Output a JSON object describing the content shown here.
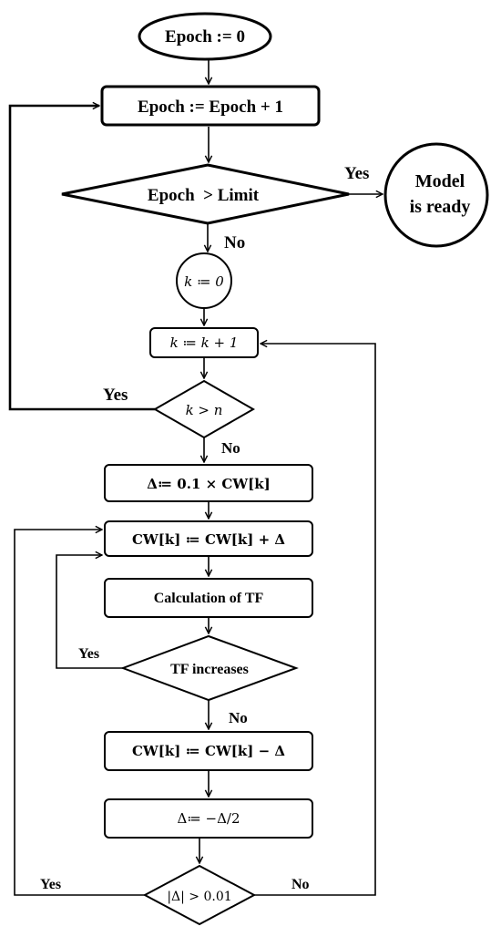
{
  "nodes": {
    "epoch_init": "Epoch := 0",
    "epoch_inc": "Epoch := Epoch + 1",
    "epoch_check": "Epoch  > Limit",
    "model_ready_1": "Model",
    "model_ready_2": "is ready",
    "k_init": "k ≔ 0",
    "k_inc": "k ≔ k + 1",
    "k_check": "k > n",
    "delta_init": "Δ≔ 0.1 × CW[k]",
    "cw_add": "CW[k] ≔ CW[k] + Δ",
    "calc_tf": "Calculation of TF",
    "tf_check": "TF increases",
    "cw_sub": "CW[k] ≔ CW[k] − Δ",
    "delta_half": "Δ≔ −Δ/2",
    "delta_check": "|Δ| > 0.01"
  },
  "edges": {
    "epoch_yes": "Yes",
    "epoch_no": "No",
    "k_yes": "Yes",
    "k_no": "No",
    "tf_yes": "Yes",
    "tf_no": "No",
    "delta_yes": "Yes",
    "delta_no": "No"
  }
}
